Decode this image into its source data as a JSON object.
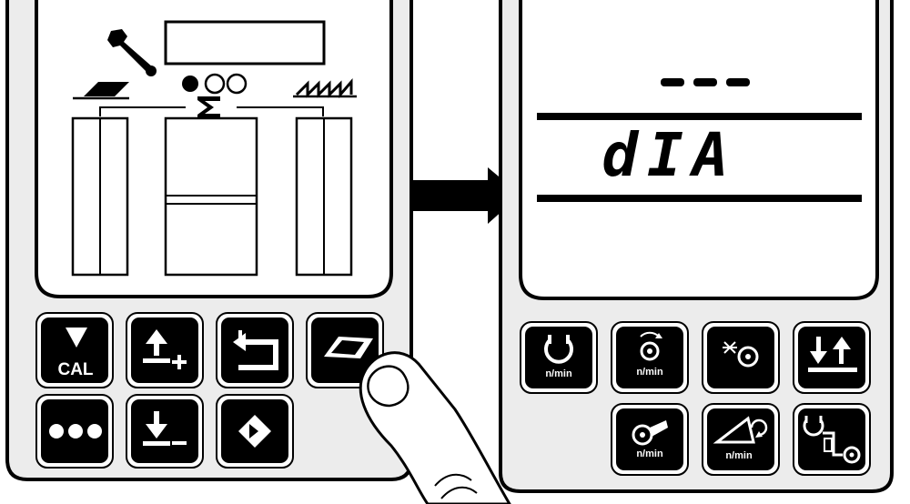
{
  "left_panel": {
    "cal_label": "CAL"
  },
  "right_panel": {
    "display_top": "- - -",
    "display_main": "dIA",
    "unit_label": "n/min"
  }
}
